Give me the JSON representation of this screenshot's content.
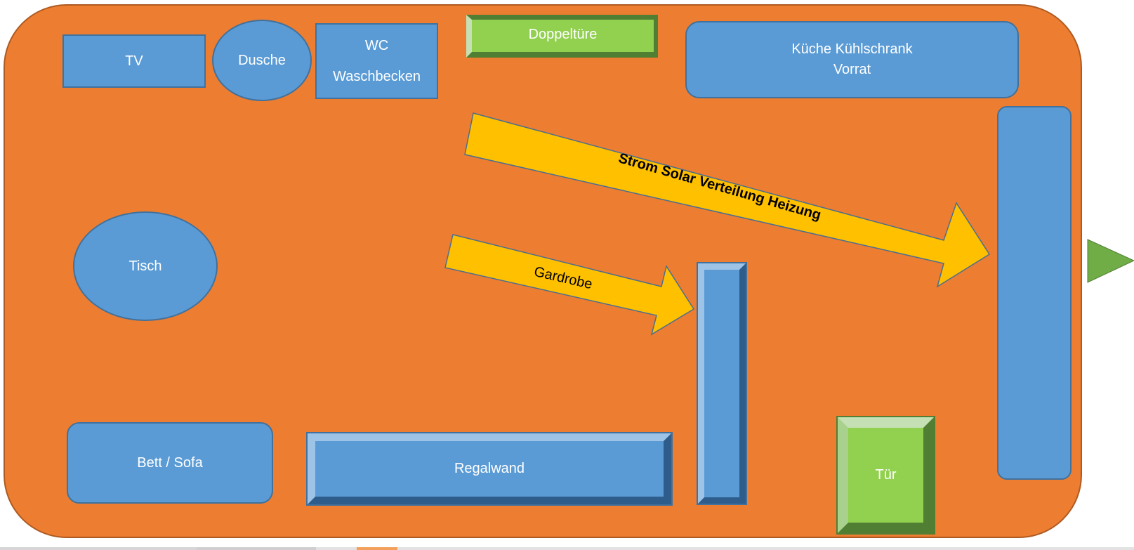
{
  "diagram": {
    "title": "Grundriss",
    "colors": {
      "floor": "#ED7D31",
      "furniture": "#5B9BD5",
      "furniture_border": "#41719C",
      "door": "#92D050",
      "arrow": "#FFC000",
      "arrow_border": "#BF9000",
      "direction_marker": "#70AD47"
    },
    "labels": {
      "tv": "TV",
      "dusche": "Dusche",
      "wc": "WC",
      "waschbecken": "Waschbecken",
      "doppeltuere": "Doppeltüre",
      "kueche": "Küche  Kühlschrank",
      "vorrat": "Vorrat",
      "tisch": "Tisch",
      "bett_sofa": "Bett / Sofa",
      "regalwand": "Regalwand",
      "tuer": "Tür",
      "strom_arrow": "Strom Solar Verteilung Heizung",
      "gardrobe_arrow": "Gardrobe"
    },
    "icons": {
      "direction": "triangle-right-icon"
    }
  }
}
